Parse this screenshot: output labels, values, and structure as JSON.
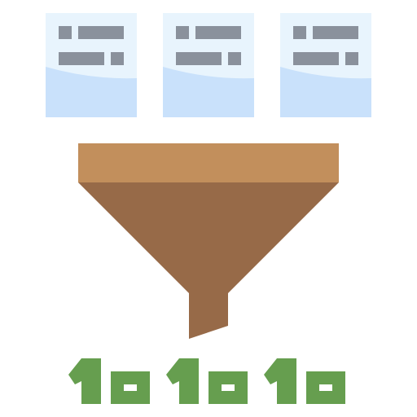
{
  "icon": {
    "name": "data-funnel-icon",
    "colors": {
      "doc_top": "#e8f4fd",
      "doc_bottom": "#c9e1fb",
      "doc_lines": "#8a919c",
      "funnel_rim": "#c28f5c",
      "funnel_body": "#976a48",
      "binary": "#669e4f"
    },
    "documents": [
      {
        "name": "document-1"
      },
      {
        "name": "document-2"
      },
      {
        "name": "document-3"
      }
    ],
    "binary_digits": [
      "1",
      "0",
      "1",
      "0",
      "1",
      "0"
    ]
  }
}
